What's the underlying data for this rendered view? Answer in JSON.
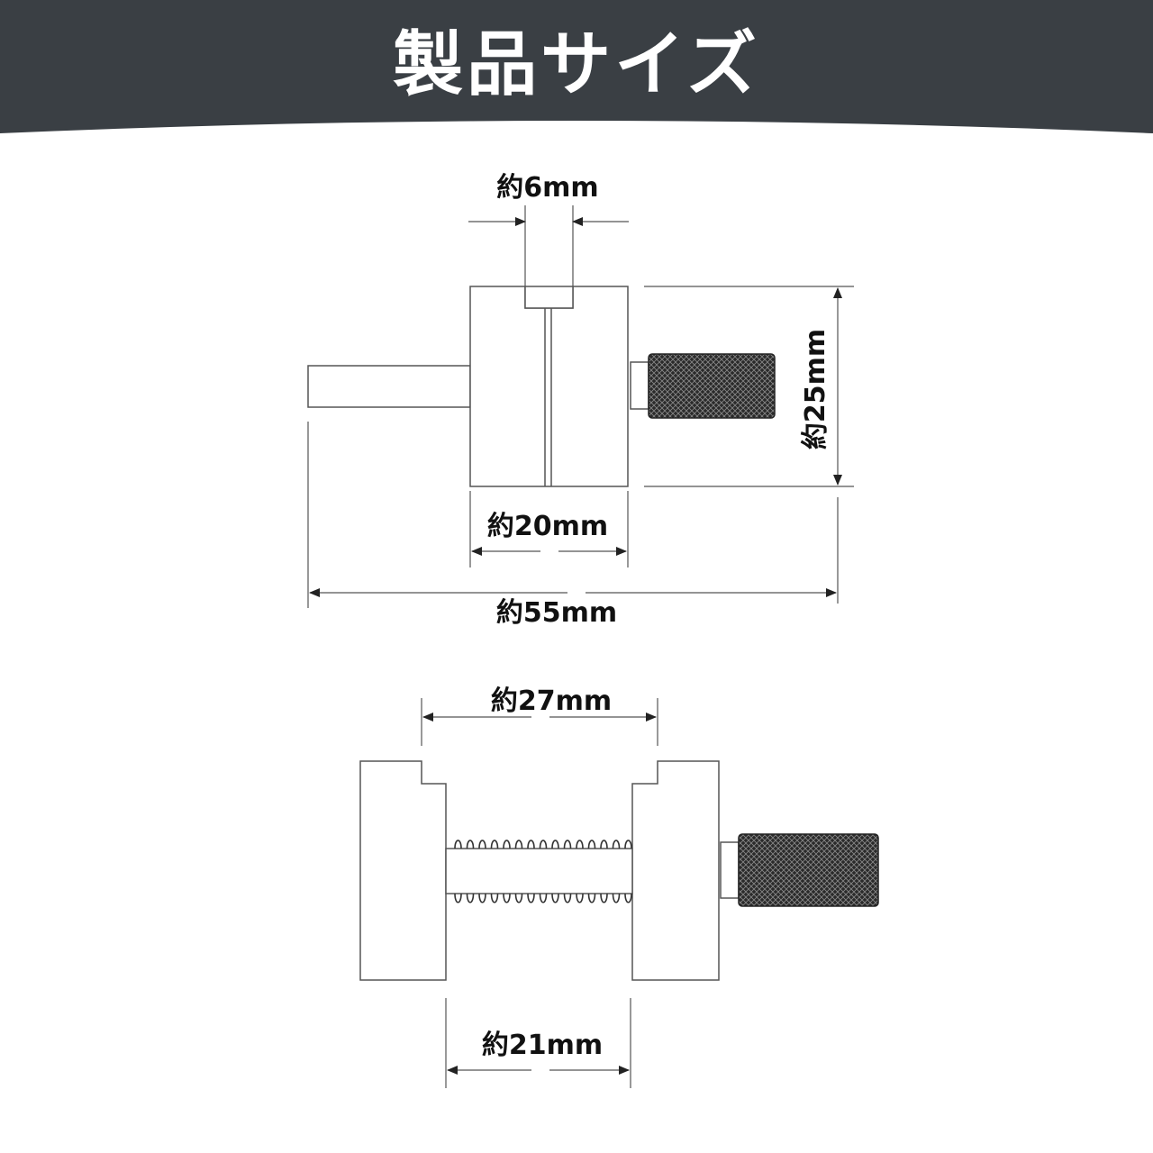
{
  "header": {
    "title": "製品サイズ",
    "background": "#3a3f44",
    "text_color": "#ffffff"
  },
  "dimensions": {
    "slot_width": "約6mm",
    "height": "約25mm",
    "block_width": "約20mm",
    "total_length": "約55mm",
    "outer_jaw_span": "約27mm",
    "inner_jaw_gap": "約21mm"
  },
  "colors": {
    "line": "#555555",
    "knurl": "#2a2a2a",
    "body_fill": "#ffffff"
  }
}
